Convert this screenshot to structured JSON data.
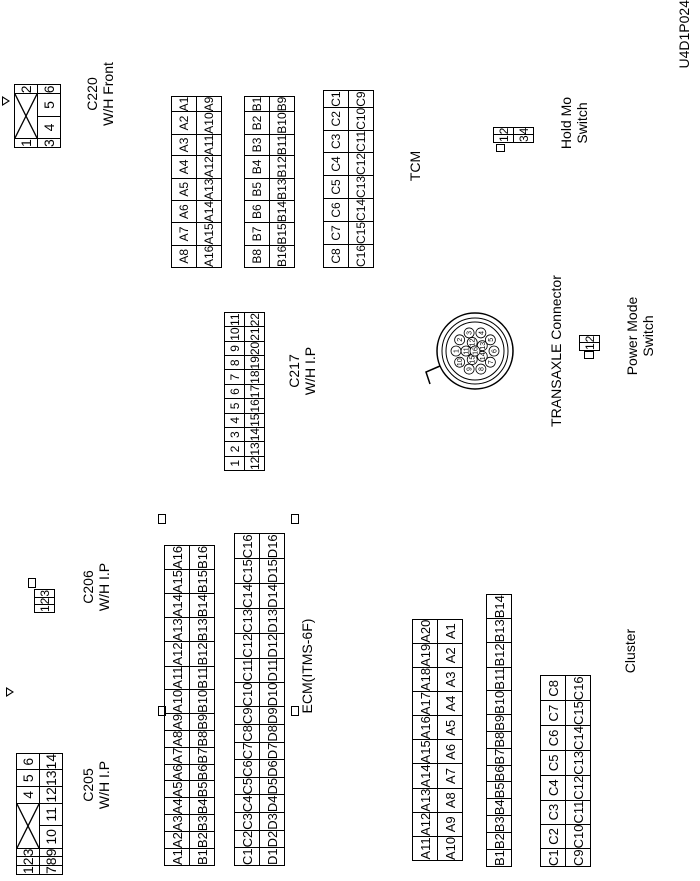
{
  "figure_code": "U4D1P024",
  "connectors": {
    "c205": {
      "code": "C205",
      "harness": "W/H I.P",
      "rows": [
        [
          "1",
          "2",
          "3",
          "",
          "4",
          "5",
          "6"
        ],
        [
          "7",
          "8",
          "9",
          "10",
          "11",
          "12",
          "13",
          "14"
        ]
      ]
    },
    "c206": {
      "code": "C206",
      "harness": "W/H I.P",
      "rows": [
        [
          "1",
          "2",
          "3"
        ]
      ]
    },
    "c217": {
      "code": "C217",
      "harness": "W/H I.P",
      "rows": [
        [
          "1",
          "2",
          "3",
          "4",
          "5",
          "6",
          "7",
          "8",
          "9",
          "10",
          "11"
        ],
        [
          "12",
          "13",
          "14",
          "15",
          "16",
          "17",
          "18",
          "19",
          "20",
          "21",
          "22"
        ]
      ]
    },
    "c220": {
      "code": "C220",
      "harness": "W/H Front",
      "rows": [
        [
          "1",
          "",
          "2"
        ],
        [
          "3",
          "4",
          "5",
          "6"
        ]
      ]
    },
    "ecm": {
      "label": "ECM(ITMS-6F)",
      "a_row": [
        "A1",
        "A2",
        "A3",
        "A4",
        "A5",
        "A6",
        "A7",
        "A8",
        "A9",
        "A10",
        "A11",
        "A12",
        "A13",
        "A14",
        "A15",
        "A16"
      ],
      "b_row": [
        "B1",
        "B2",
        "B3",
        "B4",
        "B5",
        "B6",
        "B7",
        "B8",
        "B9",
        "B10",
        "B11",
        "B12",
        "B13",
        "B14",
        "B15",
        "B16"
      ],
      "c_row": [
        "C1",
        "C2",
        "C3",
        "C4",
        "C5",
        "C6",
        "C7",
        "C8",
        "C9",
        "C10",
        "C11",
        "C12",
        "C13",
        "C14",
        "C15",
        "C16"
      ],
      "d_row": [
        "D1",
        "D2",
        "D3",
        "D4",
        "D5",
        "D6",
        "D7",
        "D8",
        "D9",
        "D10",
        "D11",
        "D12",
        "D13",
        "D14",
        "D15",
        "D16"
      ]
    },
    "tcm": {
      "label": "TCM",
      "a_rows": [
        [
          "A8",
          "A7",
          "A6",
          "A5",
          "A4",
          "A3",
          "A2",
          "A1"
        ],
        [
          "A16",
          "A15",
          "A14",
          "A13",
          "A12",
          "A11",
          "A10",
          "A9"
        ]
      ],
      "b_rows": [
        [
          "B8",
          "B7",
          "B6",
          "B5",
          "B4",
          "B3",
          "B2",
          "B1"
        ],
        [
          "B16",
          "B15",
          "B14",
          "B13",
          "B12",
          "B11",
          "B10",
          "B9"
        ]
      ],
      "c_rows": [
        [
          "C8",
          "C7",
          "C6",
          "C5",
          "C4",
          "C3",
          "C2",
          "C1"
        ],
        [
          "C16",
          "C15",
          "C14",
          "C13",
          "C12",
          "C11",
          "C10",
          "C9"
        ]
      ]
    },
    "cluster": {
      "label": "Cluster",
      "a_rows": [
        [
          "A11",
          "A12",
          "A13",
          "A14",
          "A15",
          "A16",
          "A17",
          "A18",
          "A19",
          "A20"
        ],
        [
          "A10",
          "A9",
          "A8",
          "A7",
          "A6",
          "A5",
          "A4",
          "A3",
          "A2",
          "A1"
        ]
      ],
      "b_row": [
        "B1",
        "B2",
        "B3",
        "B4",
        "B5",
        "B6",
        "B7",
        "B8",
        "B9",
        "B10",
        "B11",
        "B12",
        "B13",
        "B14"
      ],
      "c_rows": [
        [
          "C1",
          "C2",
          "C3",
          "C4",
          "C5",
          "C6",
          "C7",
          "C8"
        ],
        [
          "C9",
          "C10",
          "C11",
          "C12",
          "C13",
          "C14",
          "C15",
          "C16"
        ]
      ]
    },
    "transaxle": {
      "label": "TRANSAXLE Connector",
      "pins": [
        "1",
        "2",
        "3",
        "4",
        "5",
        "6",
        "7",
        "8",
        "9",
        "10",
        "11",
        "12",
        "13",
        "14",
        "15",
        "16"
      ]
    },
    "power_mode": {
      "label_line1": "Power Mode",
      "label_line2": "Switch",
      "pins": [
        "1",
        "2"
      ]
    },
    "hold_mode": {
      "label_line1": "Hold Mo",
      "label_line2": "Switch",
      "rows": [
        [
          "1",
          "2"
        ],
        [
          "3",
          "4"
        ]
      ]
    }
  }
}
